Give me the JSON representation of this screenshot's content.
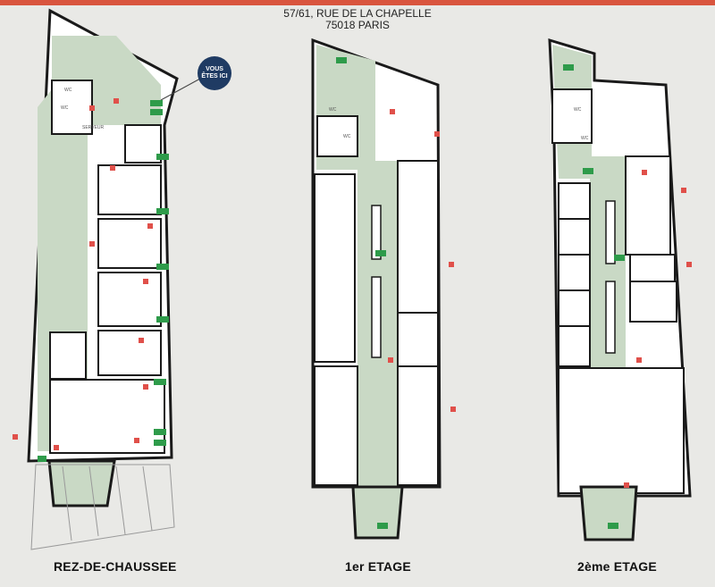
{
  "header": {
    "line1": "57/61, RUE DE LA CHAPELLE",
    "line2": "75018 PARIS"
  },
  "you_are_here": "VOUS ÊTES ICI",
  "rooms": {
    "wc": "WC",
    "server": "SERVEUR"
  },
  "floors": [
    {
      "label": "REZ-DE-CHAUSSEE"
    },
    {
      "label": "1er ETAGE"
    },
    {
      "label": "2ème ETAGE"
    }
  ],
  "colors": {
    "corridor": "#c9d9c5",
    "wall": "#1a1a1a",
    "exit_sign": "#2e9b4a",
    "fire_equipment": "#e0504a",
    "badge": "#1f3b63",
    "accent": "#d9553e"
  }
}
